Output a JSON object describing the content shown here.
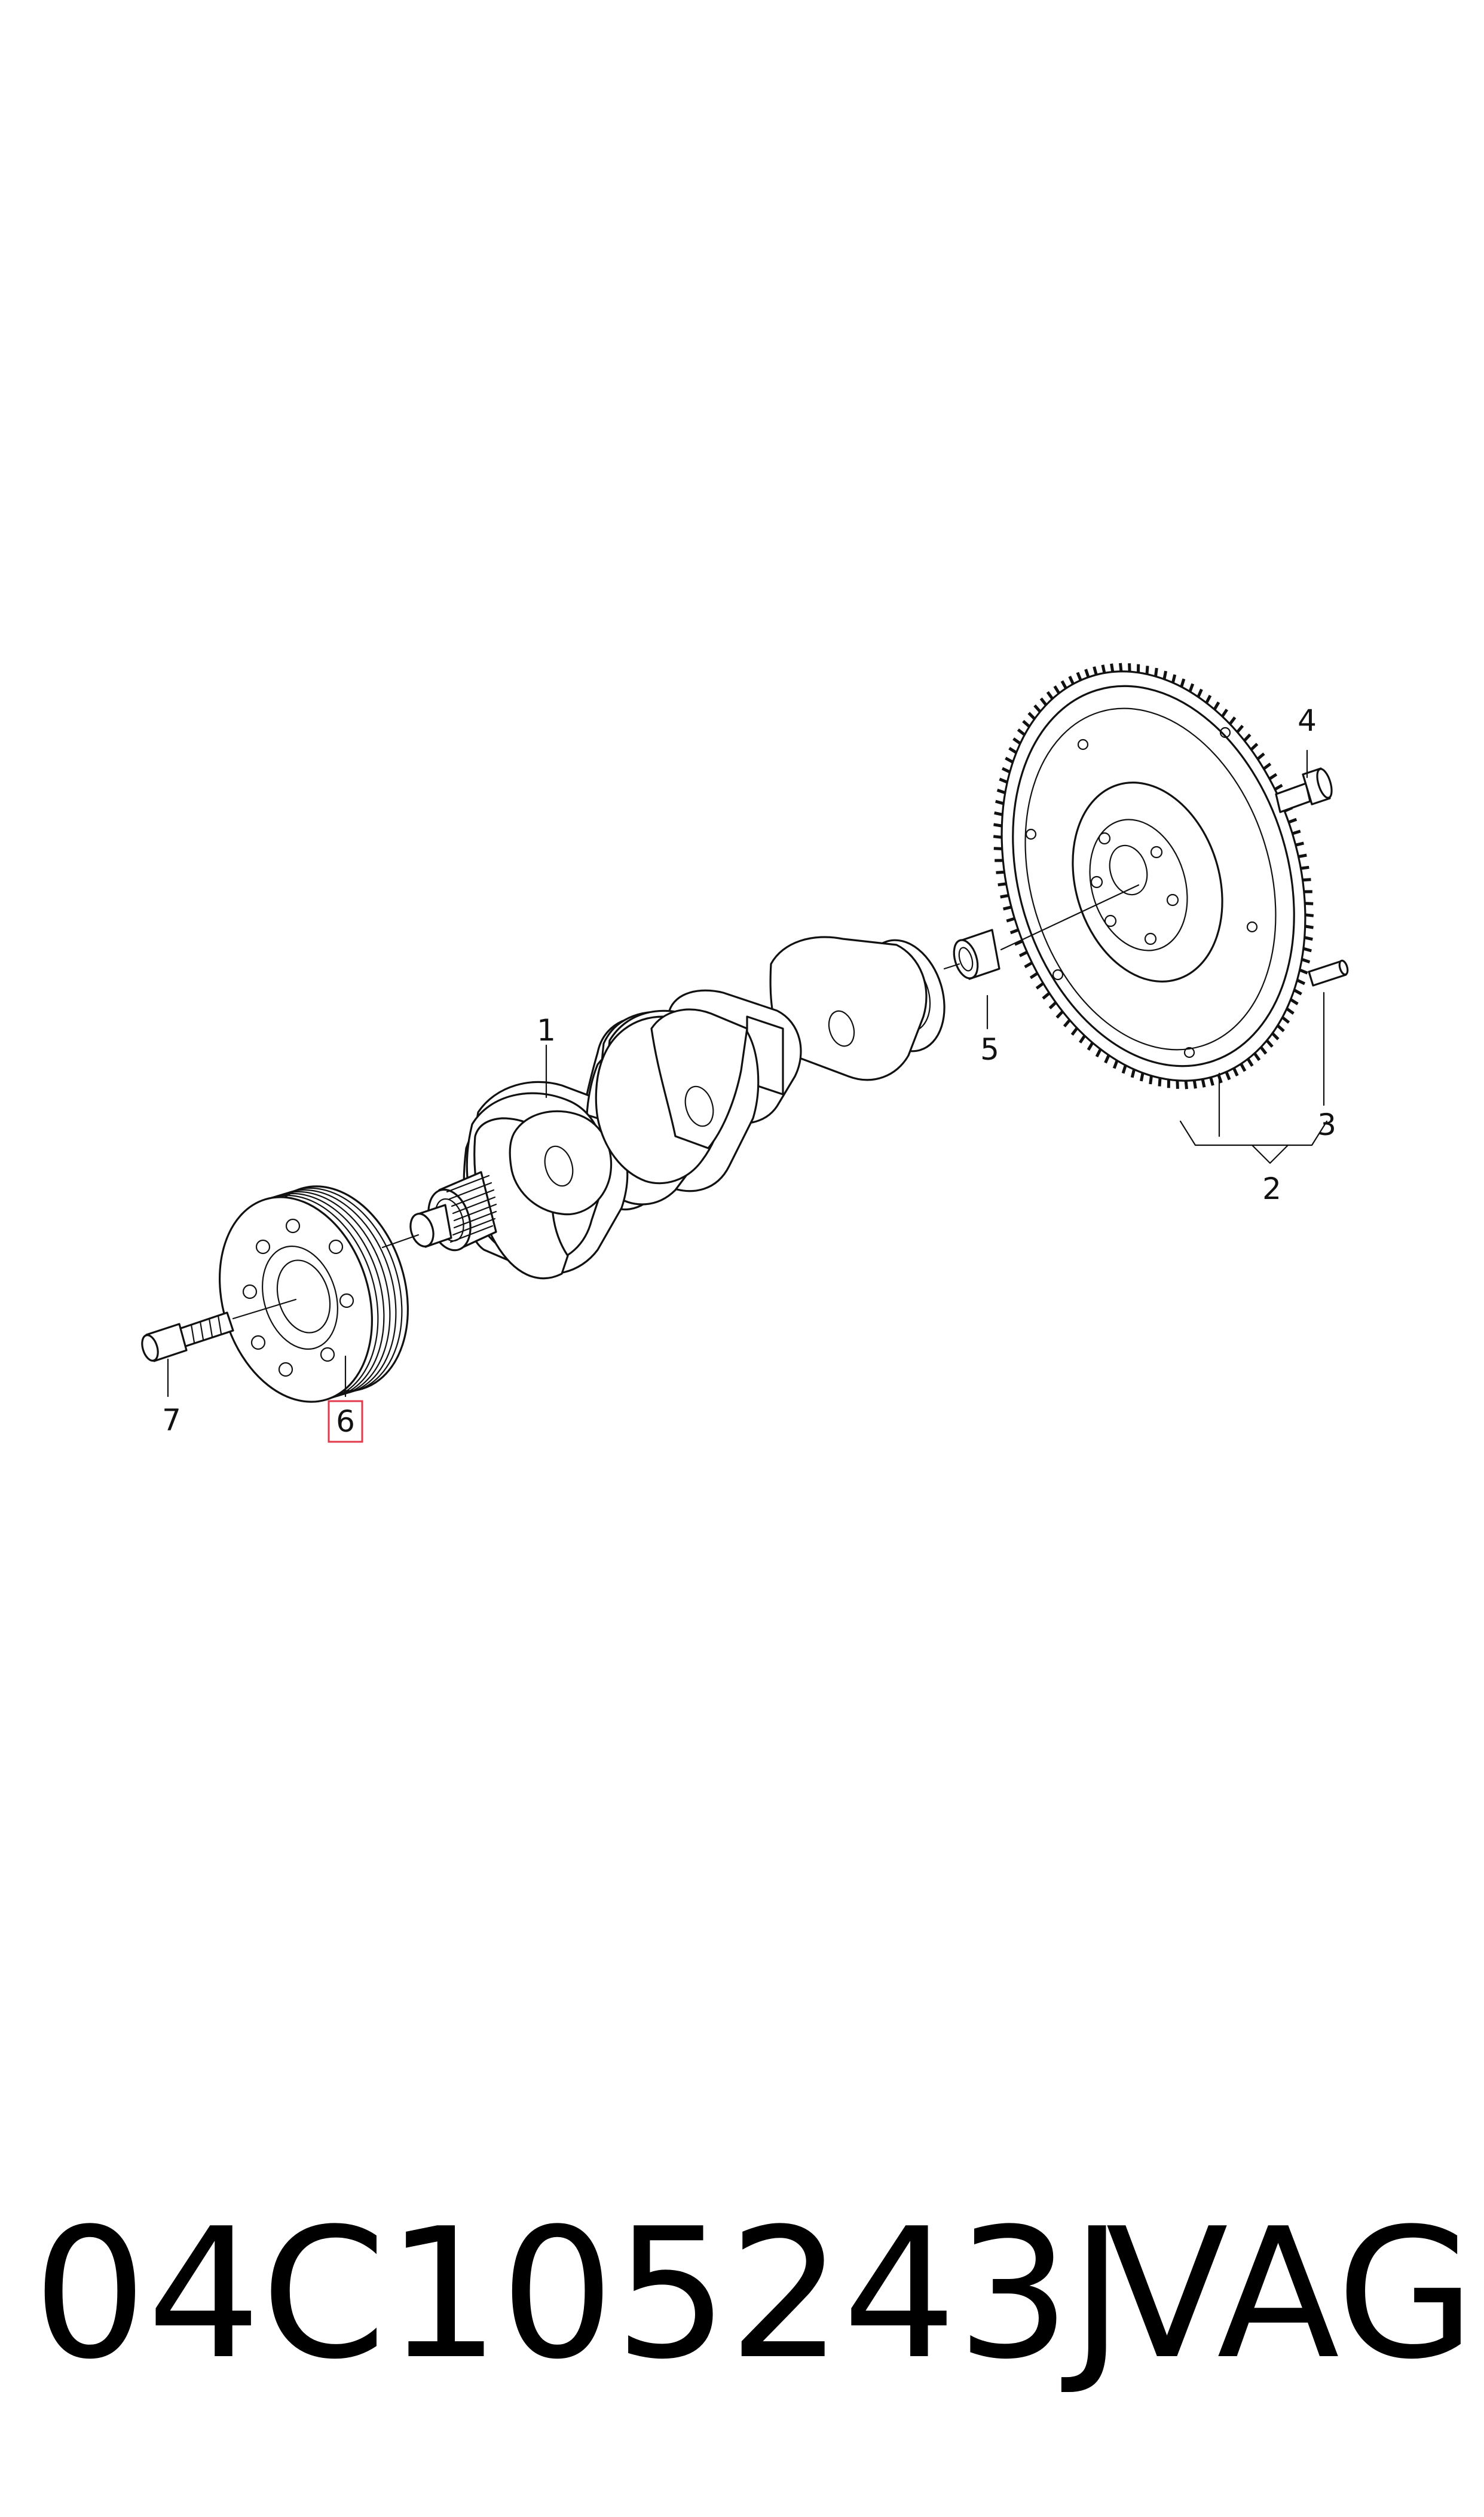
{
  "callouts": {
    "c1": "1",
    "c2": "2",
    "c3": "3",
    "c4": "4",
    "c5": "5",
    "c6": "6",
    "c7": "7"
  },
  "highlighted_callout": "6",
  "highlight_color": "#e23a4a",
  "footer": {
    "part_number": "04C105243J",
    "brand": "VAG"
  }
}
